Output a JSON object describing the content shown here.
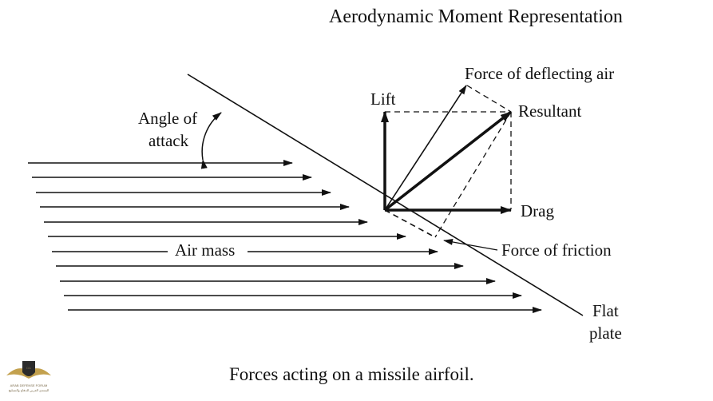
{
  "title": "Aerodynamic Moment Representation",
  "caption": "Forces acting on a missile airfoil.",
  "labels": {
    "angle_of_attack_line1": "Angle of",
    "angle_of_attack_line2": "attack",
    "air_mass": "Air mass",
    "lift": "Lift",
    "force_deflecting_air": "Force of deflecting air",
    "resultant": "Resultant",
    "drag": "Drag",
    "force_of_friction": "Force of friction",
    "flat_plate_line1": "Flat",
    "flat_plate_line2": "plate"
  },
  "logo": {
    "monogram": "DA",
    "text_line1": "ARAB DEFENSE FORUM",
    "text_line2": "المنتدى العربي للدفاع والتسليح"
  },
  "colors": {
    "ink": "#111111",
    "logo_gold": "#b8902f"
  }
}
